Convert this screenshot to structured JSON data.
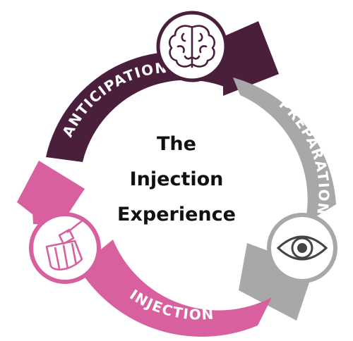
{
  "diagram": {
    "title_lines": [
      "The",
      "Injection",
      "Experience"
    ],
    "stages": [
      {
        "label": "ANTICIPATION",
        "icon": "brain-icon",
        "color": "#4a1f3c"
      },
      {
        "label": "PREPARATION",
        "icon": "eye-icon",
        "color": "#a8a8a8"
      },
      {
        "label": "INJECTION",
        "icon": "pen-needle-icon",
        "color": "#d9609e"
      }
    ]
  }
}
